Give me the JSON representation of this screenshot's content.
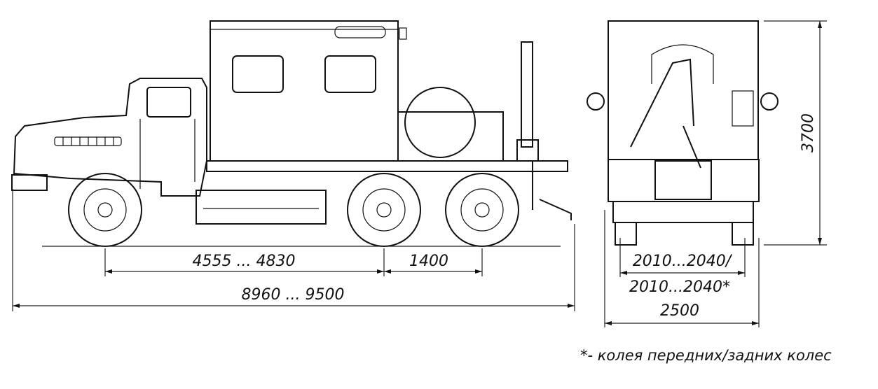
{
  "dimensions": {
    "wheelbase_front": "4555 ... 4830",
    "wheelbase_rear": "1400",
    "overall_length": "8960 ... 9500",
    "track_front": "2010...2040/",
    "track_rear": "2010...2040*",
    "overall_width": "2500",
    "overall_height": "3700"
  },
  "footnote": "*- колея передних/задних колес"
}
